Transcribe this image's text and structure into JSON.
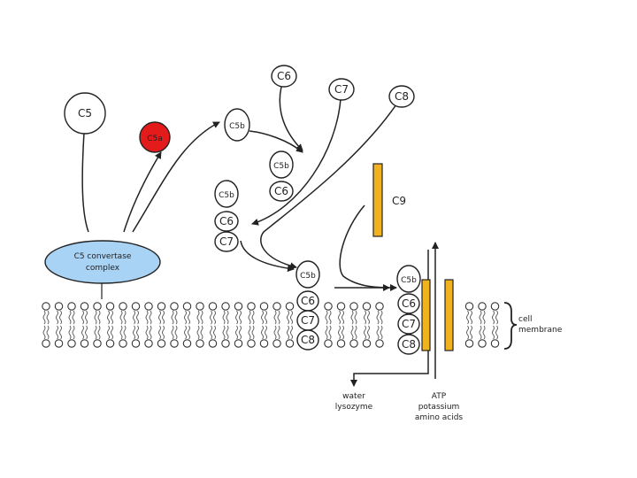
{
  "diagram": {
    "components": {
      "c5": "C5",
      "c5a": "C5a",
      "c5b": "C5b",
      "c6": "C6",
      "c7": "C7",
      "c8": "C8",
      "c9": "C9"
    },
    "convertase_line1": "C5 convertase",
    "convertase_line2": "complex",
    "membrane_line1": "cell",
    "membrane_line2": "membrane",
    "out_line1": "water",
    "out_line2": "lysozyme",
    "in_line1": "ATP",
    "in_line2": "potassium",
    "in_line3": "amino acids",
    "colors": {
      "c5a_fill": "#e31b1b",
      "convertase_fill": "#a9d3f5",
      "c9_fill": "#f0b21e",
      "pore_fill": "#f0b21e"
    }
  }
}
